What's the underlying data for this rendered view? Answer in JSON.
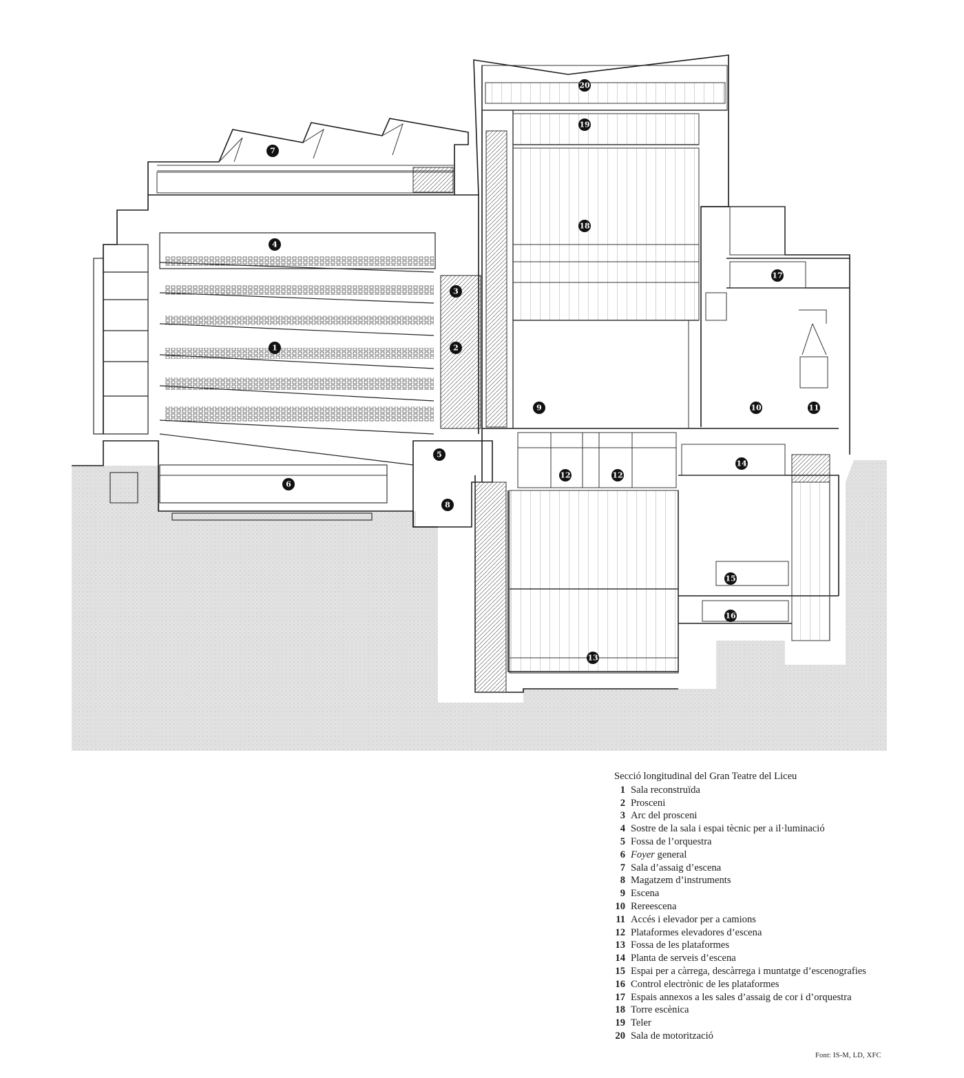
{
  "caption": {
    "title": "Secció longitudinal del Gran Teatre del Liceu",
    "source": "Font: IS-M, LD, XFC"
  },
  "legend": [
    {
      "num": "1",
      "label": "Sala reconstruïda"
    },
    {
      "num": "2",
      "label": "Prosceni"
    },
    {
      "num": "3",
      "label": "Arc del prosceni"
    },
    {
      "num": "4",
      "label": "Sostre de la sala i espai tècnic per a il·luminació"
    },
    {
      "num": "5",
      "label": "Fossa de l’orquestra"
    },
    {
      "num": "6",
      "label": "general",
      "label_italic_prefix": "Foyer"
    },
    {
      "num": "7",
      "label": "Sala d’assaig d’escena"
    },
    {
      "num": "8",
      "label": "Magatzem d’instruments"
    },
    {
      "num": "9",
      "label": "Escena"
    },
    {
      "num": "10",
      "label": "Rereescena"
    },
    {
      "num": "11",
      "label": "Accés i elevador per a camions"
    },
    {
      "num": "12",
      "label": "Plataformes elevadores d’escena"
    },
    {
      "num": "13",
      "label": "Fossa de les plataformes"
    },
    {
      "num": "14",
      "label": "Planta de serveis d’escena"
    },
    {
      "num": "15",
      "label": "Espai per a càrrega, descàrrega i muntatge d’escenografies"
    },
    {
      "num": "16",
      "label": "Control electrònic de les plataformes"
    },
    {
      "num": "17",
      "label": "Espais annexos a les sales d’assaig de cor i d’orquestra"
    },
    {
      "num": "18",
      "label": "Torre escènica"
    },
    {
      "num": "19",
      "label": "Teler"
    },
    {
      "num": "20",
      "label": "Sala de motorització"
    }
  ],
  "markers": [
    "1",
    "2",
    "3",
    "4",
    "5",
    "6",
    "7",
    "8",
    "9",
    "10",
    "11",
    "12",
    "12",
    "13",
    "14",
    "15",
    "16",
    "17",
    "18",
    "19",
    "20"
  ],
  "colors": {
    "ink": "#1a1a1a",
    "ground": "#d9d9d9",
    "paper": "#ffffff"
  }
}
